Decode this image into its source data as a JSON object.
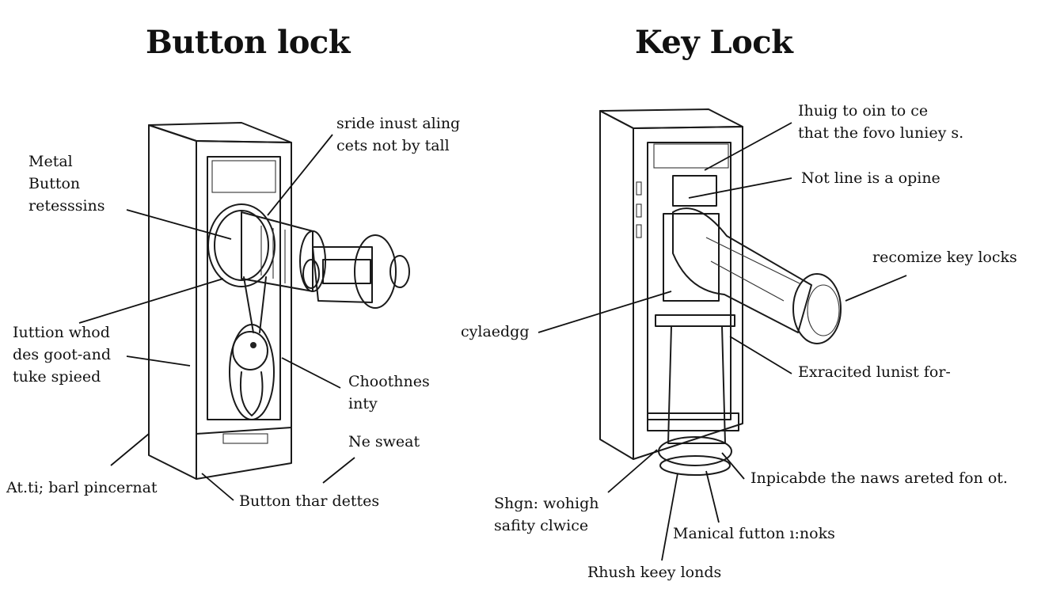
{
  "titles": {
    "left": "Button lock",
    "right": "Key Lock"
  },
  "button_lock": {
    "labels": {
      "metal_button": [
        "Metal",
        "Button",
        "retesssins"
      ],
      "top_note": [
        "sride inust aling",
        "cets not by tall"
      ],
      "button_whod": [
        "Iuttion whod",
        "des goot-and",
        "tuke spieed"
      ],
      "choothnes": [
        "Choothnes",
        "inty"
      ],
      "ne_sweat": "Ne sweat",
      "bottom_left": "At.ti; barl pincernat",
      "bottom_center": "Button thar dettes"
    }
  },
  "key_lock": {
    "labels": {
      "top_note": [
        "Ihuig to oin to ce",
        "that the fovo luniey s."
      ],
      "not_line": "Not line is a opine",
      "recomize": "recomize key locks",
      "cylaedgg": "cylaedgg",
      "exracited": "Exracited lunist for-",
      "inpicabde": "Inpicabde the naws areted fon ot.",
      "shgn": [
        "Shgn: wohigh",
        "safity clwice"
      ],
      "manical": "Manical futton ı:noks",
      "rhush": "Rhush keey londs"
    }
  },
  "colors": {
    "ink": "#1a1a1a",
    "background": "#ffffff",
    "shade": "#4a4a4a"
  }
}
